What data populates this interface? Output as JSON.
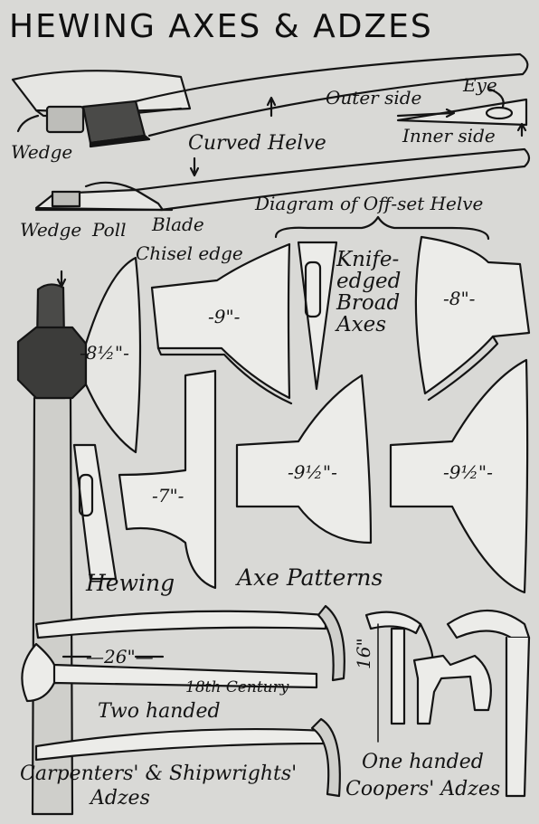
{
  "title": "HEWING AXES & ADZES",
  "labels": {
    "outer_side": "Outer side",
    "eye": "Eye",
    "inner_side": "Inner side",
    "wedge_top": "Wedge",
    "curved_helve": "Curved Helve",
    "wedge_mid": "Wedge",
    "poll": "Poll",
    "blade": "Blade",
    "offset_diagram": "Diagram of Off-set Helve",
    "chisel_edge": "Chisel edge",
    "knife_edged_1": "Knife-",
    "knife_edged_2": "edged",
    "knife_edged_3": "Broad",
    "knife_edged_4": "Axes",
    "hewing": "Hewing",
    "axe_patterns": "Axe Patterns",
    "eighteenth_century": "18th Century",
    "two_handed": "Two handed",
    "carpenters_1": "Carpenters' & Shipwrights'",
    "carpenters_2": "Adzes",
    "one_handed": "One handed",
    "coopers": "Coopers' Adzes"
  },
  "dimensions": {
    "axe_9": "-9\"-",
    "axe_8": "-8\"-",
    "axe_8_5": "-8½\"-",
    "axe_7": "-7\"-",
    "axe_9_5_a": "-9½\"-",
    "axe_9_5_b": "-9½\"-",
    "adze_26": "—26\"—",
    "adze_16": "16\""
  },
  "colors": {
    "paper": "#d9d9d6",
    "ink": "#141414"
  }
}
